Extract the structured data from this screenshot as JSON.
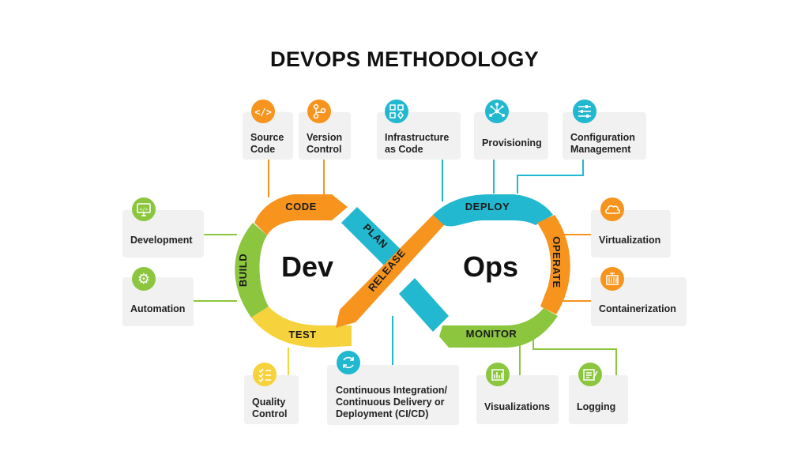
{
  "title": "DEVOPS METHODOLOGY",
  "center": {
    "dev": "Dev",
    "ops": "Ops"
  },
  "segments": {
    "code": "CODE",
    "build": "BUILD",
    "test": "TEST",
    "plan": "PLAN",
    "release": "RELEASE",
    "deploy": "DEPLOY",
    "operate": "OPERATE",
    "monitor": "MONITOR"
  },
  "cards": {
    "source_code": {
      "line1": "Source",
      "line2": "Code",
      "icon": "code-icon"
    },
    "version_control": {
      "line1": "Version",
      "line2": "Control",
      "icon": "git-branch-icon"
    },
    "iac": {
      "line1": "Infrastructure",
      "line2": "as Code",
      "icon": "diagram-icon"
    },
    "provisioning": {
      "line1": "Provisioning",
      "icon": "network-icon"
    },
    "config": {
      "line1": "Configuration",
      "line2": "Management",
      "icon": "sliders-icon"
    },
    "development": {
      "line1": "Development",
      "icon": "monitor-code-icon"
    },
    "automation": {
      "line1": "Automation",
      "icon": "gear-icon"
    },
    "virtualization": {
      "line1": "Virtualization",
      "icon": "cloud-icon"
    },
    "containerization": {
      "line1": "Containerization",
      "icon": "container-icon"
    },
    "quality": {
      "line1": "Quality",
      "line2": "Control",
      "icon": "checklist-icon"
    },
    "cicd": {
      "line1": "Continuous Integration/",
      "line2": "Continuous Delivery or",
      "line3": "Deployment (CI/CD)",
      "icon": "refresh-icon"
    },
    "visualizations": {
      "line1": "Visualizations",
      "icon": "bar-chart-icon"
    },
    "logging": {
      "line1": "Logging",
      "icon": "log-icon"
    }
  },
  "colors": {
    "orange": "#f7941d",
    "green": "#8cc63f",
    "yellow": "#f6d33c",
    "teal": "#22b8cf",
    "card": "#f1f1f1"
  }
}
